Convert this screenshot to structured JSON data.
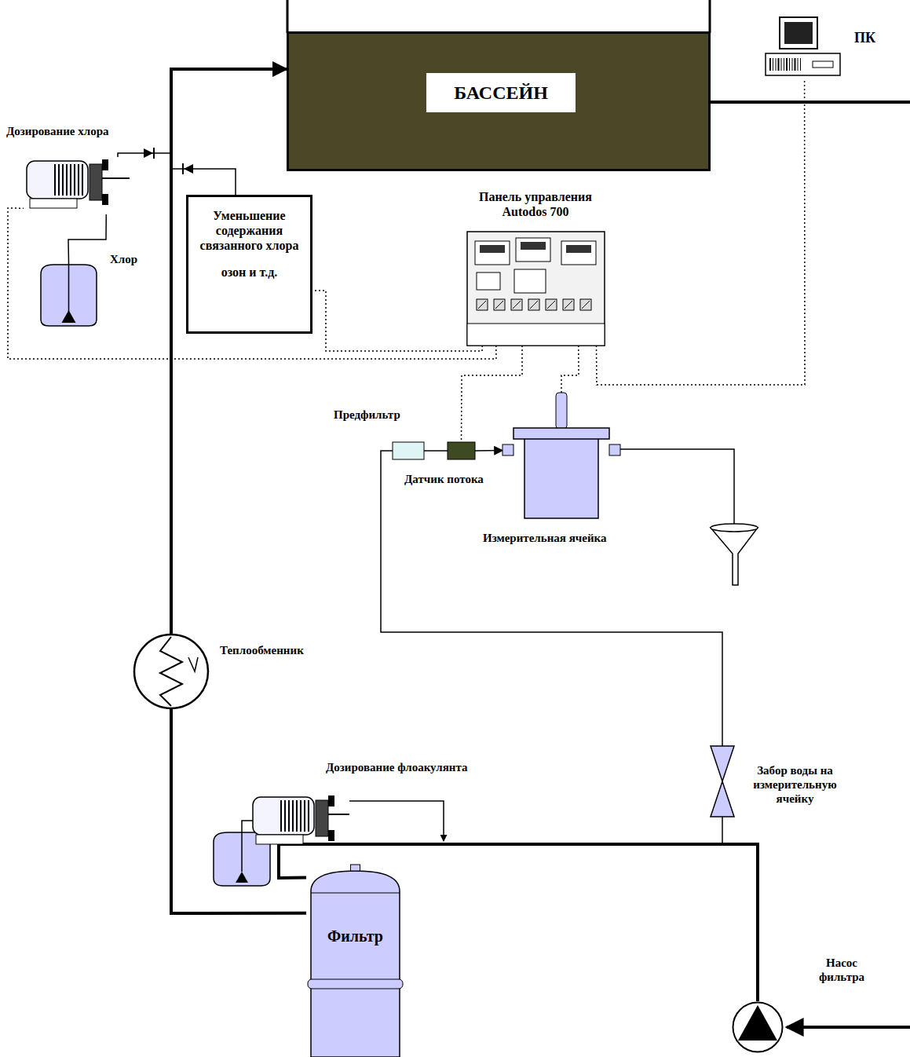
{
  "diagram": {
    "nodes": [
      {
        "text": [
          "БАССЕЙН"
        ]
      },
      {
        "text": [
          "ПК"
        ]
      },
      {
        "text": [
          "Дозирование хлора"
        ]
      },
      {
        "text": [
          "Уменьшение содержания связанного хлора",
          "озон и т.д."
        ]
      },
      {
        "text": [
          "Хлор"
        ]
      },
      {
        "text": [
          "Панель управления Autodos 700"
        ]
      },
      {
        "text": [
          "Предфильтр"
        ]
      },
      {
        "text": [
          "Датчик потока"
        ]
      },
      {
        "text": [
          "Измерительная ячейка"
        ]
      },
      {
        "text": [
          "Теплообменник"
        ]
      },
      {
        "text": [
          "Дозирование флоакулянта"
        ]
      },
      {
        "text": [
          "Забор воды на измерительную ячейку"
        ]
      },
      {
        "text": [
          "Фильтр"
        ]
      },
      {
        "text": [
          "Насос фильтра"
        ]
      }
    ],
    "edges": [
      {
        "from": 12,
        "to": 9,
        "arrow": "none"
      },
      {
        "from": 9,
        "to": 0,
        "arrow": "to"
      },
      {
        "from": 13,
        "to": 12,
        "arrow": "none"
      },
      {
        "from": 4,
        "to": 2,
        "arrow": "none"
      },
      {
        "from": 5,
        "to": 2,
        "arrow": "none"
      },
      {
        "from": 5,
        "to": 3,
        "arrow": "none"
      },
      {
        "from": 5,
        "to": 7,
        "arrow": "none"
      },
      {
        "from": 5,
        "to": 8,
        "arrow": "none"
      },
      {
        "from": 5,
        "to": 1,
        "arrow": "none"
      },
      {
        "from": 6,
        "to": 7,
        "arrow": "none"
      },
      {
        "from": 7,
        "to": 8,
        "arrow": "to"
      },
      {
        "from": 11,
        "to": 6,
        "arrow": "none"
      }
    ]
  }
}
